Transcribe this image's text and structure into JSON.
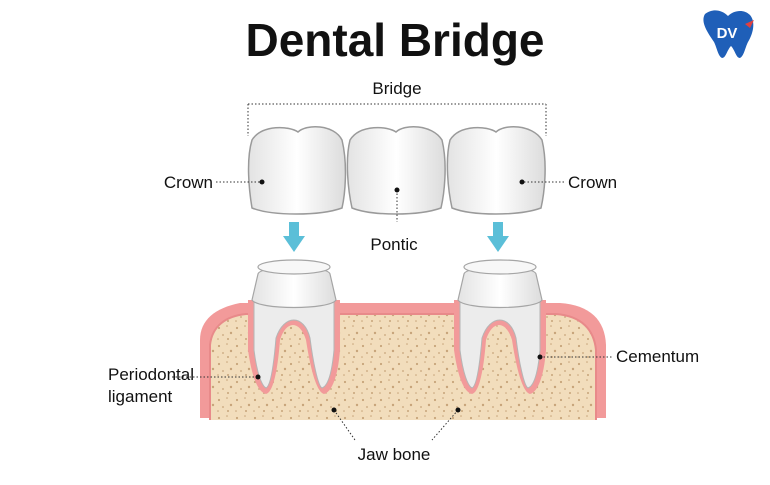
{
  "title": "Dental Bridge",
  "logo": {
    "text": "DV",
    "color": "#1f5fb8",
    "icon": "tooth-logo-icon"
  },
  "labels": {
    "bridge": "Bridge",
    "crown_left": "Crown",
    "crown_right": "Crown",
    "pontic": "Pontic",
    "cementum": "Cementum",
    "periodontal_line1": "Periodontal",
    "periodontal_line2": "ligament",
    "jaw_bone": "Jaw bone"
  },
  "colors": {
    "bone": "#f2ddbc",
    "gum": "#f29a9a",
    "tooth": "#f4f4f4",
    "arrow": "#5bbfd8",
    "leader": "#333333"
  }
}
